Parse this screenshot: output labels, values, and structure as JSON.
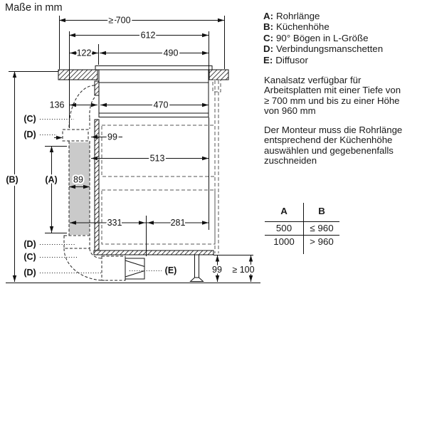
{
  "meta": {
    "units_note": "Maße in mm"
  },
  "legend": {
    "items": [
      {
        "key": "A:",
        "label": "Rohrlänge"
      },
      {
        "key": "B:",
        "label": "Küchenhöhe"
      },
      {
        "key": "C:",
        "label": "90° Bögen in L-Größe"
      },
      {
        "key": "D:",
        "label": "Verbindungsmanschetten"
      },
      {
        "key": "E:",
        "label": "Diffusor"
      }
    ]
  },
  "notes": {
    "note1": {
      "line1": "Kanalsatz verfügbar für",
      "line2": "Arbeitsplatten mit einer Tiefe von",
      "line3": "≥ 700 mm und bis zu einer Höhe",
      "line4": "von 960 mm"
    },
    "note2": {
      "line1": "Der Monteur muss die Rohrlänge",
      "line2": "entsprechend der Küchenhöhe",
      "line3": "auswählen und gegebenenfalls",
      "line4": "zuschneiden"
    }
  },
  "table": {
    "col_a": "A",
    "col_b": "B",
    "rows": [
      {
        "a": "500",
        "b": "≤ 960"
      },
      {
        "a": "1000",
        "b": "> 960"
      }
    ]
  },
  "drawing": {
    "dims": {
      "depth_min": "≥ 700",
      "w612": "612",
      "w122": "122",
      "w490": "490",
      "w136": "136",
      "w470": "470",
      "g99": "99",
      "w513": "513",
      "w89": "89",
      "w331": "331",
      "w281": "281",
      "h99": "99",
      "h100_min": "≥ 100"
    },
    "labels": {
      "a": "(A)",
      "b": "(B)",
      "c": "(C)",
      "d": "(D)",
      "e": "(E)"
    }
  }
}
